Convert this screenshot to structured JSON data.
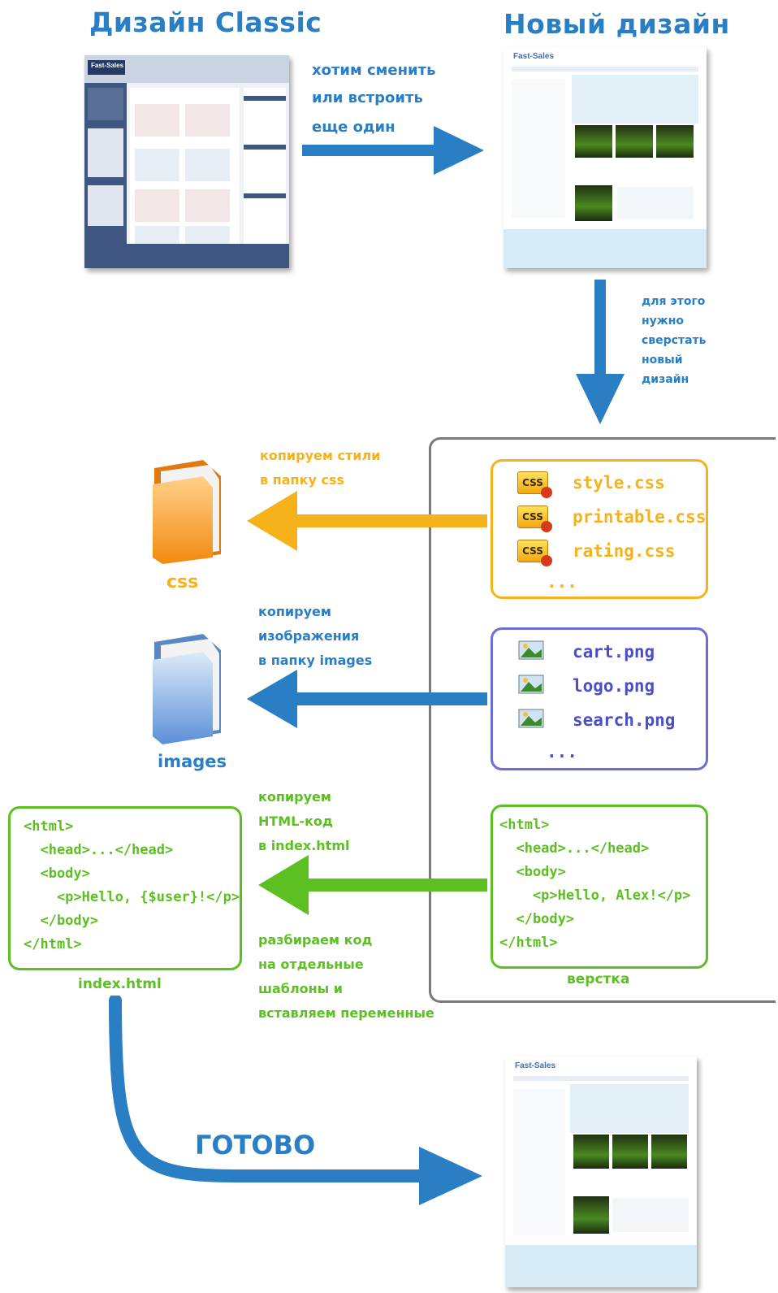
{
  "titles": {
    "classic": "Дизайн Classic",
    "new": "Новый дизайн"
  },
  "arrows_text": {
    "replace": [
      "хотим сменить",
      "или встроить",
      "еще один"
    ],
    "need_layout": [
      "для этого",
      "нужно",
      "сверстать",
      "новый",
      "дизайн"
    ],
    "copy_styles": [
      "копируем стили",
      "в папку css"
    ],
    "copy_images": [
      "копируем",
      "изображения",
      "в папку images"
    ],
    "copy_html": [
      "копируем",
      "HTML-код",
      "в index.html"
    ],
    "parse_code": [
      "разбираем код",
      "на отдельные",
      "шаблоны и",
      "вставляем переменные"
    ],
    "done": "ГОТОВО"
  },
  "folders": {
    "css": "css",
    "images": "images"
  },
  "css_files": [
    "style.css",
    "printable.css",
    "rating.css",
    "..."
  ],
  "image_files": [
    "cart.png",
    "logo.png",
    "search.png",
    "..."
  ],
  "layout_code": [
    "<html>",
    "  <head>...</head>",
    "  <body>",
    "    <p>Hello, Alex!</p>",
    "  </body>",
    "</html>"
  ],
  "layout_caption": "верстка",
  "index_code": [
    "<html>",
    "  <head>...</head>",
    "  <body>",
    "    <p>Hello, {$user}!</p>",
    "  </body>",
    "</html>"
  ],
  "index_caption": "index.html",
  "site_logo": "Fast-Sales",
  "colors": {
    "blue": "#2a7ec4",
    "orange": "#f6b21a",
    "purple": "#6a6fd6",
    "green": "#5cbf22",
    "gray_box": "#7a7a7a"
  }
}
